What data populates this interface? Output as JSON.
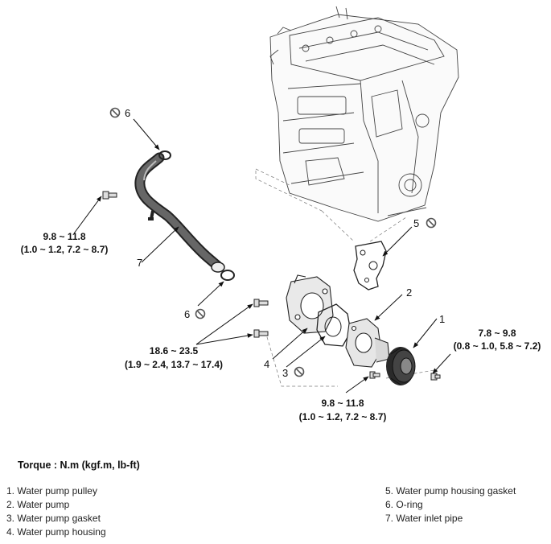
{
  "callouts": {
    "c1": "1",
    "c2": "2",
    "c3": "3",
    "c4": "4",
    "c5": "5",
    "c6a": "6",
    "c6b": "6",
    "c7": "7"
  },
  "torques": {
    "inlet_pipe_bolt": {
      "nm": "9.8 ~ 11.8",
      "alt": "(1.0 ~ 1.2, 7.2 ~ 8.7)"
    },
    "housing_bolts": {
      "nm": "18.6 ~ 23.5",
      "alt": "(1.9 ~ 2.4, 13.7 ~ 17.4)"
    },
    "pump_bolt": {
      "nm": "9.8 ~ 11.8",
      "alt": "(1.0 ~ 1.2, 7.2 ~ 8.7)"
    },
    "pulley_bolt": {
      "nm": "7.8 ~ 9.8",
      "alt": "(0.8 ~ 1.0, 5.8 ~ 7.2)"
    }
  },
  "legend": {
    "title": "Torque : N.m (kgf.m, lb-ft)",
    "left": [
      "1. Water pump pulley",
      "2. Water pump",
      "3. Water pump gasket",
      "4. Water pump housing"
    ],
    "right": [
      "5. Water pump housing gasket",
      "6. O-ring",
      "7. Water inlet pipe"
    ]
  },
  "icons": {
    "no_reuse_symbol": "prohibition-circle-icon"
  }
}
